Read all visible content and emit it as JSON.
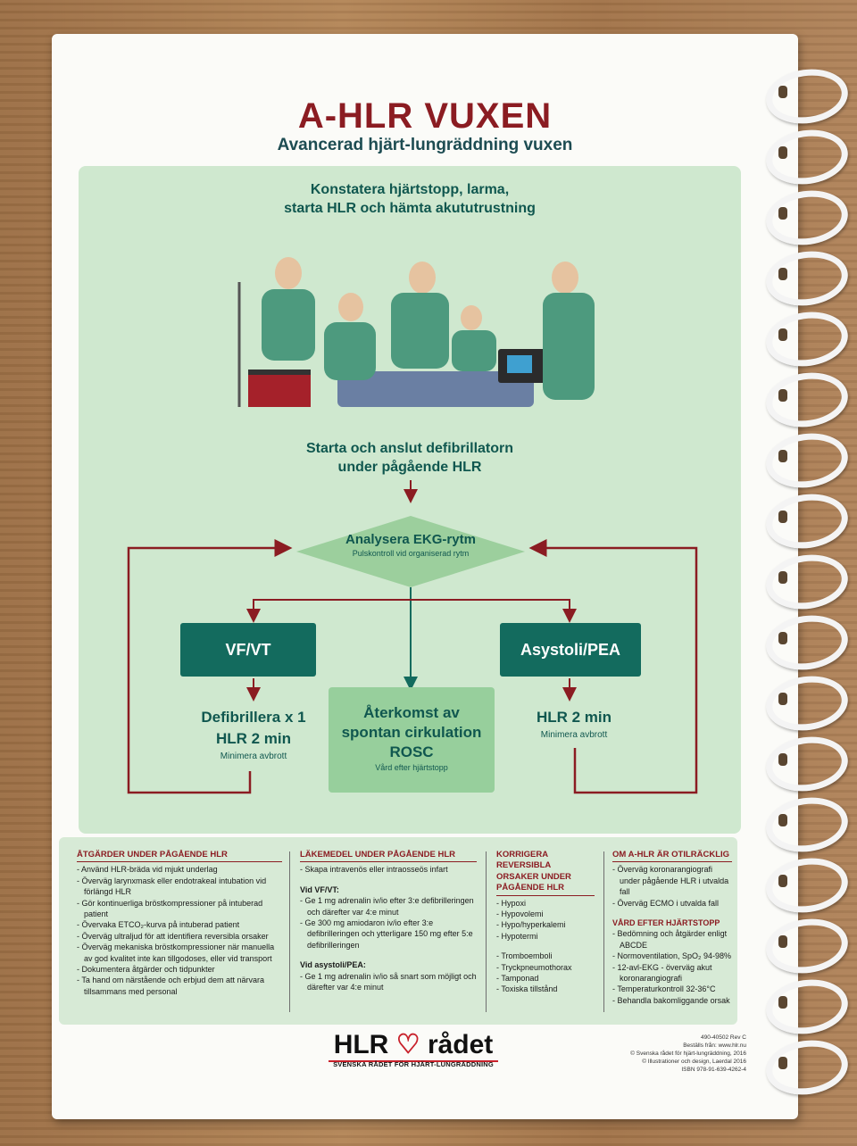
{
  "header": {
    "title": "A-HLR VUXEN",
    "subtitle": "Avancerad hjärt-lungräddning vuxen"
  },
  "flow": {
    "step1_line1": "Konstatera hjärtstopp, larma,",
    "step1_line2": "starta HLR och hämta akututrustning",
    "step2_line1": "Starta och anslut defibrillatorn",
    "step2_line2": "under pågående HLR",
    "analyse_title": "Analysera EKG-rytm",
    "analyse_sub": "Pulskontroll vid organiserad rytm",
    "left_box": "VF/VT",
    "left_action_line1": "Defibrillera x 1",
    "left_action_line2": "HLR 2 min",
    "left_action_sub": "Minimera avbrott",
    "center_line1": "Återkomst av",
    "center_line2": "spontan cirkulation",
    "center_line3": "ROSC",
    "center_sub": "Vård efter hjärtstopp",
    "right_box": "Asystoli/PEA",
    "right_action": "HLR 2 min",
    "right_action_sub": "Minimera avbrott"
  },
  "sections": {
    "col1_title": "ÅTGÄRDER UNDER PÅGÅENDE HLR",
    "col1_items": [
      "Använd HLR-bräda vid mjukt underlag",
      "Överväg larynxmask eller endotrakeal intubation vid förlängd HLR",
      "Gör kontinuerliga bröstkompressioner på intuberad patient",
      "Övervaka ETCO₂-kurva på intuberad patient",
      "Överväg ultraljud för att identifiera reversibla orsaker",
      "Överväg mekaniska bröstkompressioner när manuella av god kvalitet inte kan tillgodoses, eller vid transport",
      "Dokumentera åtgärder och tidpunkter",
      "Ta hand om närstående och erbjud dem att närvara tillsammans med personal"
    ],
    "col2_title": "LÄKEMEDEL UNDER PÅGÅENDE HLR",
    "col2_items": [
      "Skapa intravenös eller intraosseös infart"
    ],
    "col2_sub1": "Vid VF/VT:",
    "col2_sub1_items": [
      "Ge 1 mg adrenalin iv/io efter 3:e defibrilleringen och därefter var 4:e minut",
      "Ge 300 mg amiodaron iv/io efter 3:e defibrilleringen och ytterligare 150 mg efter 5:e defibrilleringen"
    ],
    "col2_sub2": "Vid asystoli/PEA:",
    "col2_sub2_items": [
      "Ge 1 mg adrenalin iv/io så snart som möjligt och därefter var 4:e minut"
    ],
    "col3_title": "KORRIGERA REVERSIBLA ORSAKER UNDER PÅGÅENDE HLR",
    "col3_items_a": [
      "Hypoxi",
      "Hypovolemi",
      "Hypo/hyperkalemi",
      "Hypotermi"
    ],
    "col3_items_b": [
      "Tromboemboli",
      "Tryckpneumothorax",
      "Tamponad",
      "Toxiska tillstånd"
    ],
    "col4_title": "OM A-HLR ÄR OTILRÄCKLIG",
    "col4_items": [
      "Överväg koronarangiografi under pågående HLR i utvalda fall",
      "Överväg ECMO i utvalda fall"
    ],
    "col4_sub": "VÅRD EFTER HJÄRTSTOPP",
    "col4_sub_items": [
      "Bedömning och åtgärder enligt ABCDE",
      "Normoventilation, SpO₂ 94-98%",
      "12-avl-EKG - överväg akut koronarangiografi",
      "Temperaturkontroll 32-36°C",
      "Behandla bakomliggande orsak"
    ]
  },
  "footer": {
    "logo_left": "HLR",
    "logo_right": "rådet",
    "logo_sub": "SVENSKA RÅDET FÖR HJÄRT-LUNGRÄDDNING",
    "fine_lines": [
      "490-40502 Rev C",
      "Beställs från: www.hlr.nu",
      "© Svenska rådet för hjärt-lungräddning, 2016",
      "© Illustrationer och design, Laerdal 2016",
      "ISBN 978-91-639-4262-4"
    ]
  },
  "colors": {
    "title_red": "#8b1c22",
    "dark_green": "#136b5e",
    "panel_green": "#cfe8cf",
    "rosc_green": "#97cf9c"
  }
}
